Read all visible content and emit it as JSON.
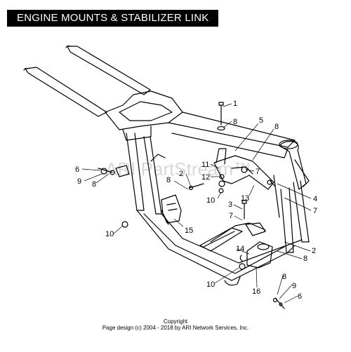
{
  "title": "ENGINE MOUNTS & STABILIZER LINK",
  "watermark": "ARI PartStream™",
  "footer": {
    "copyright": "Copyright",
    "credit": "Page design (c) 2004 - 2018 by ARI Network Services, Inc."
  },
  "callouts": [
    "1",
    "8",
    "5",
    "8",
    "11",
    "12",
    "10",
    "7",
    "13",
    "4",
    "7",
    "2",
    "8",
    "6",
    "9",
    "8",
    "3",
    "7",
    "15",
    "10",
    "14",
    "2",
    "8",
    "10",
    "16",
    "8",
    "9",
    "6"
  ]
}
